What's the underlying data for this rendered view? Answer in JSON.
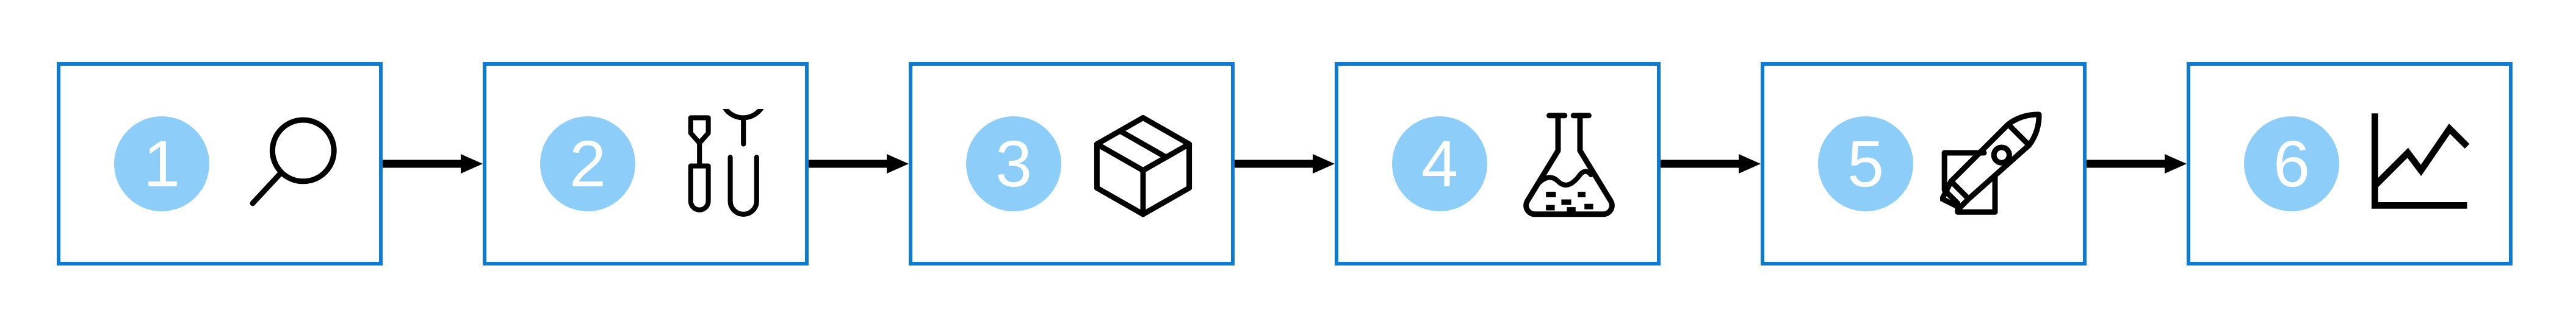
{
  "diagram": {
    "type": "process-flow",
    "orientation": "horizontal",
    "step_count": 6,
    "colors": {
      "box_border": "#0d7bd4",
      "badge_fill": "#8ccdfa",
      "badge_text": "#ffffff",
      "icon_stroke": "#000000",
      "arrow": "#000000",
      "background": "#ffffff"
    },
    "steps": [
      {
        "number": "1",
        "icon": "magnifying-glass-icon"
      },
      {
        "number": "2",
        "icon": "screwdriver-and-wrench-icon"
      },
      {
        "number": "3",
        "icon": "package-box-icon"
      },
      {
        "number": "4",
        "icon": "erlenmeyer-flask-icon"
      },
      {
        "number": "5",
        "icon": "rocket-icon"
      },
      {
        "number": "6",
        "icon": "line-chart-icon"
      }
    ],
    "connectors": [
      {
        "from": "1",
        "to": "2",
        "kind": "arrow-right"
      },
      {
        "from": "2",
        "to": "3",
        "kind": "arrow-right"
      },
      {
        "from": "3",
        "to": "4",
        "kind": "arrow-right"
      },
      {
        "from": "4",
        "to": "5",
        "kind": "arrow-right"
      },
      {
        "from": "5",
        "to": "6",
        "kind": "arrow-right"
      }
    ]
  }
}
